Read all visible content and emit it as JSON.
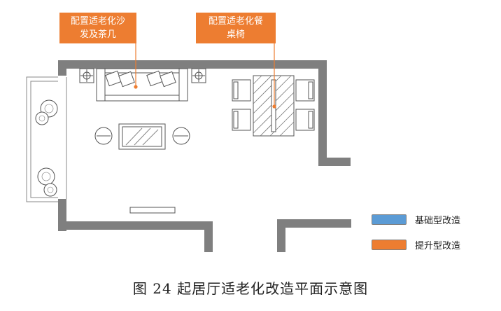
{
  "callouts": {
    "sofa": {
      "line1": "配置适老化沙",
      "line2": "发及茶几"
    },
    "dining": {
      "line1": "配置适老化餐",
      "line2": "桌椅"
    }
  },
  "legend": [
    {
      "label": "基础型改造",
      "color": "#5b9bd5"
    },
    {
      "label": "提升型改造",
      "color": "#ed7d31"
    }
  ],
  "caption": "图 24 起居厅适老化改造平面示意图",
  "colors": {
    "wall": "#7f7f7f",
    "accent": "#ed7d31",
    "line": "#555555"
  }
}
